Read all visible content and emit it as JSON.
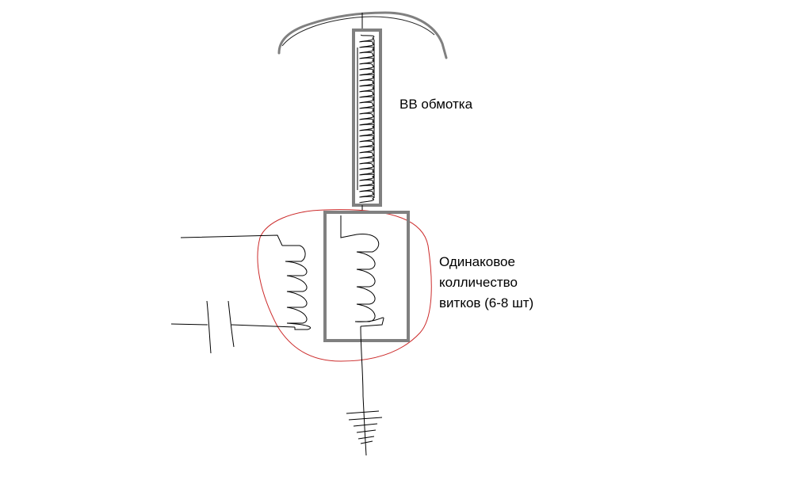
{
  "labels": {
    "hv_winding": "ВВ обмотка",
    "equal_turns_lines": [
      "Одинаковое",
      "колличество",
      "витков (6-8 шт)"
    ]
  },
  "colors": {
    "background": "#ffffff",
    "ink": "#000000",
    "frame": "#808080",
    "highlight": "#cc2b2b"
  }
}
